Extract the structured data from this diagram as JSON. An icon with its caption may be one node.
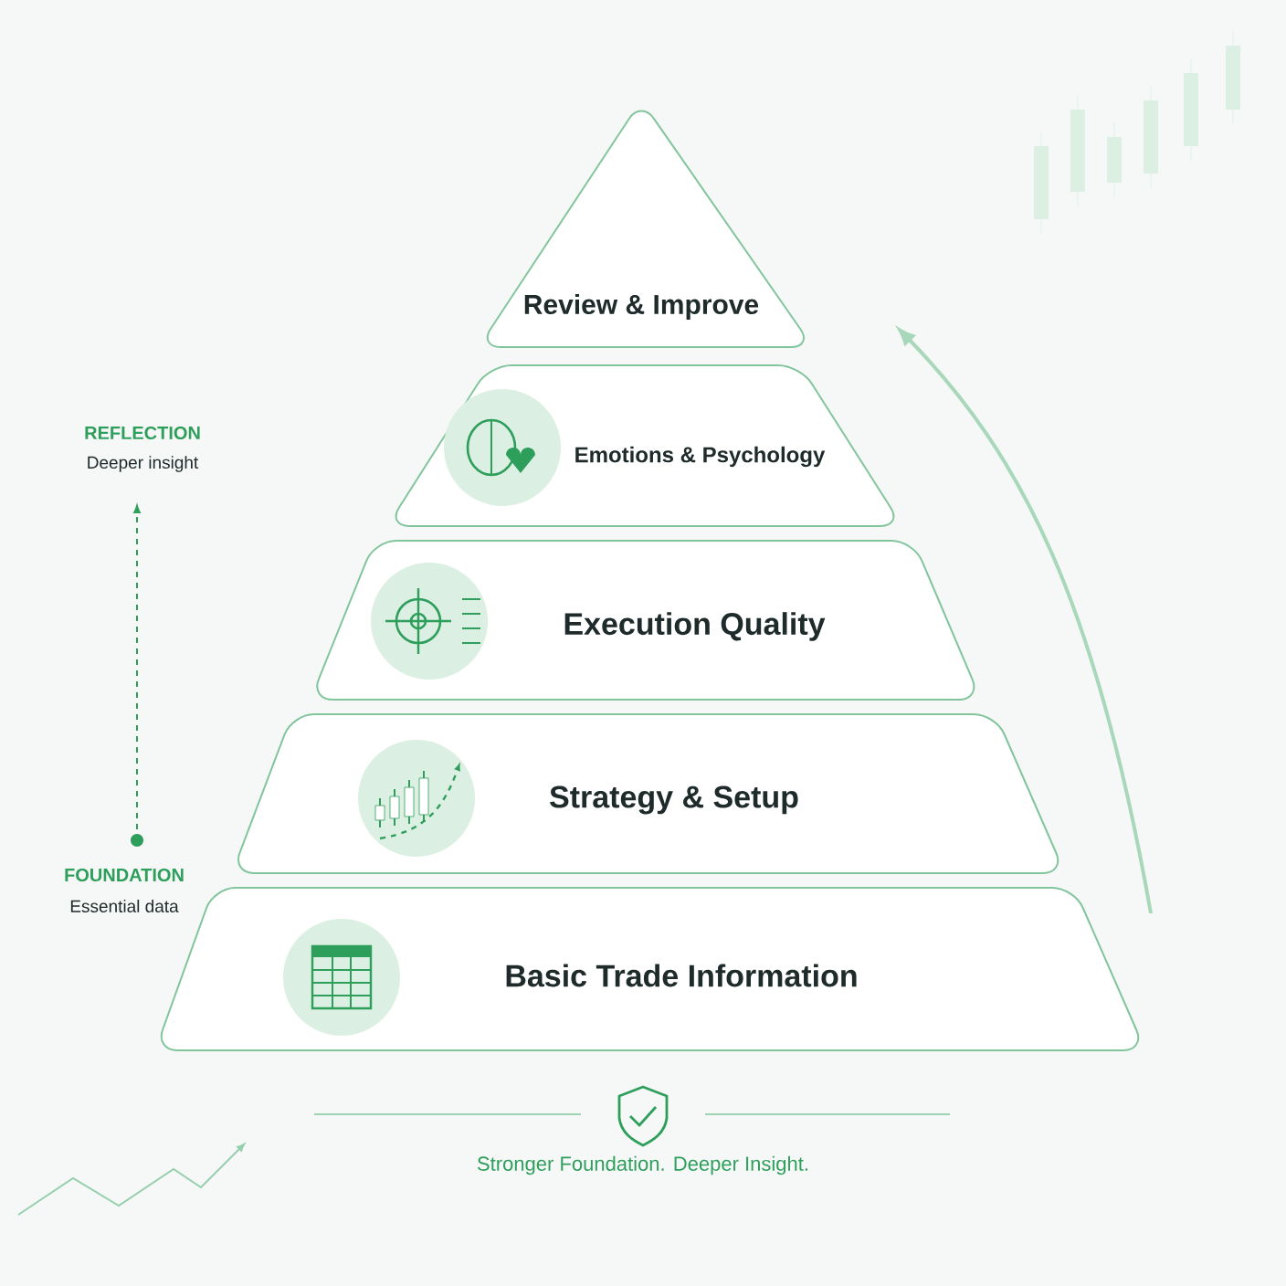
{
  "diagram": {
    "nodes": [
      {
        "text": [
          "Review & Improve"
        ]
      },
      {
        "text": [
          "Emotions & Psychology"
        ]
      },
      {
        "text": [
          "Execution Quality"
        ]
      },
      {
        "text": [
          "Strategy & Setup"
        ]
      },
      {
        "text": [
          "Basic Trade Information"
        ]
      }
    ],
    "edges": [],
    "labels": [
      "REFLECTION",
      "Deeper insight",
      "FOUNDATION",
      "Essential data",
      "Stronger Foundation. Deeper Insight."
    ]
  }
}
